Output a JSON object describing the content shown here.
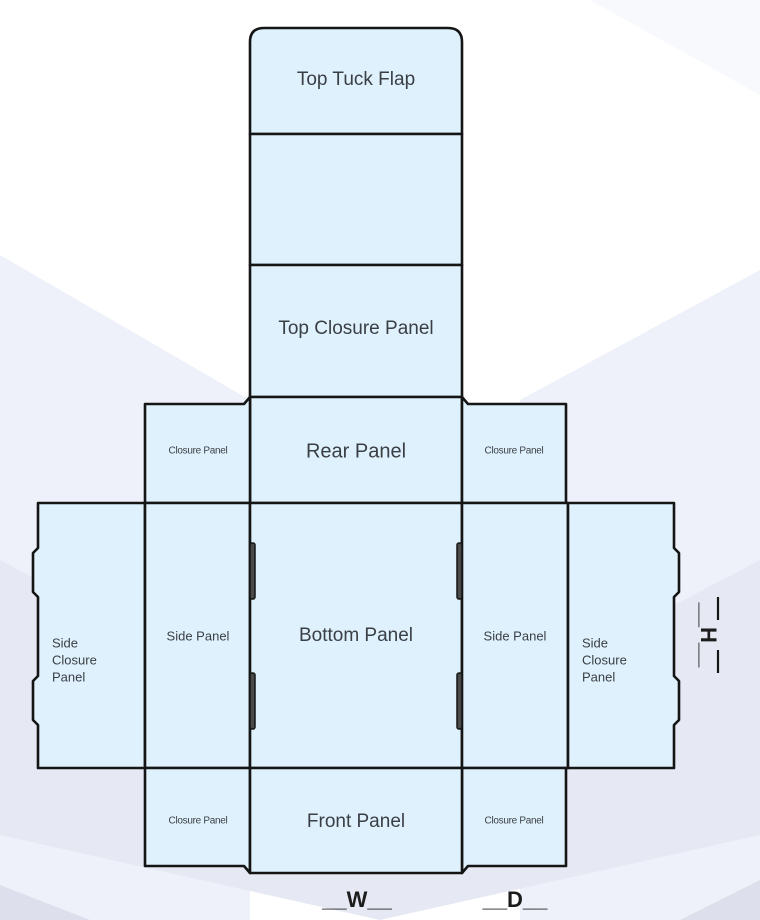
{
  "diagram": {
    "type": "box-dieline",
    "colors": {
      "panel_fill": "#dff1fc",
      "stroke": "#151515",
      "background": "#ffffff",
      "background_shape": "#eef1f9",
      "background_shape_dark": "#e4e7f3",
      "text": "#3a3f45"
    },
    "panels": {
      "top_tuck_flap": "Top Tuck Flap",
      "blank_panel": "",
      "top_closure_panel": "Top Closure Panel",
      "rear_panel": "Rear Panel",
      "closure_panel_top_left": "Closure Panel",
      "closure_panel_top_right": "Closure Panel",
      "side_closure_left": [
        "Side",
        "Closure",
        "Panel"
      ],
      "side_panel_left": "Side Panel",
      "bottom_panel": "Bottom Panel",
      "side_panel_right": "Side Panel",
      "side_closure_right": [
        "Side",
        "Closure",
        "Panel"
      ],
      "closure_panel_bottom_left": "Closure Panel",
      "front_panel": "Front Panel",
      "closure_panel_bottom_right": "Closure Panel"
    },
    "dimensions": {
      "width": "__W__",
      "depth": "__D__",
      "height": "__H__"
    }
  }
}
